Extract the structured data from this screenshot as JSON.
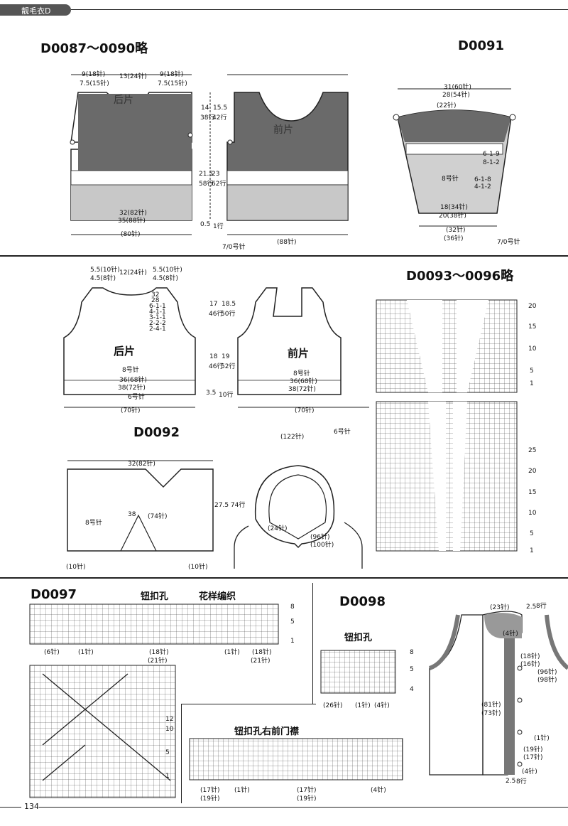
{
  "header": {
    "tab_label": "靓毛衣D"
  },
  "footer": {
    "page_number": "134"
  },
  "sections": {
    "d0087": {
      "title": "D0087～0090略",
      "back_label": "后片",
      "front_label": "前片",
      "top_dims": [
        "9(18针)",
        "13(24针)",
        "9(18针)",
        "7.5(15针)",
        "7.5(15针)"
      ],
      "side_dims": [
        "14",
        "38行",
        "15.5",
        "42行",
        "21.5",
        "58行",
        "23",
        "62行",
        "0.5",
        "1行"
      ],
      "bottom": [
        "32(82针)",
        "35(88针)",
        "(80针)",
        "(88针)"
      ],
      "gauge": "7/0号针"
    },
    "d0091": {
      "title": "D0091",
      "top_dims": [
        "31(60针)",
        "28(54针)",
        "(22针)"
      ],
      "dec_rows": [
        "6-1-9",
        "8-1-2",
        "6-1-8",
        "4-1-2"
      ],
      "needle": "8号针",
      "bottom": [
        "18(34针)",
        "20(38针)",
        "(32针)",
        "(36针)"
      ],
      "gauge": "7/0号针"
    },
    "d0092_top": {
      "back_label": "后片",
      "front_label": "前片",
      "top_dims": [
        "5.5(10针)",
        "12(24针)",
        "5.5(10针)",
        "4.5(8针)",
        "4.5(8针)"
      ],
      "dec_rows": [
        "32",
        "28",
        "6-1-1",
        "4-1-1",
        "3-1-1",
        "2-2-2",
        "2-4-1"
      ],
      "side_dims": [
        "17",
        "46行",
        "18.5",
        "50行",
        "18",
        "46行",
        "19",
        "52行",
        "3.5",
        "10行"
      ],
      "needle": "8号针",
      "bottom": [
        "36(68针)",
        "38(72针)",
        "(70针)"
      ],
      "gauge": "6号针"
    },
    "d0092": {
      "title": "D0092",
      "width": "32(82针)",
      "height": "27.5 74行",
      "center": "38",
      "center_sts": "(74针)",
      "needle": "8号针",
      "bottom": [
        "(10针)",
        "(10针)"
      ],
      "collar_needle": "6号针",
      "collar": [
        "(122针)",
        "(24针)",
        "(96针)",
        "(100针)"
      ]
    },
    "d0093": {
      "title": "D0093～0096略",
      "row_nums": [
        "20",
        "15",
        "10",
        "5",
        "1",
        "25",
        "20",
        "15",
        "10",
        "5",
        "1"
      ]
    },
    "d0097": {
      "title": "D0097",
      "label_buttonhole": "钮扣孔",
      "label_pattern": "花样编织",
      "bottom": [
        "(6针)",
        "(1针)",
        "(18针)",
        "(21针)",
        "(1针)",
        "(18针)",
        "(21针)"
      ],
      "row_nums": [
        "8",
        "5",
        "1"
      ],
      "chart2_rows": [
        "12",
        "10",
        "5",
        "1"
      ]
    },
    "d0098": {
      "title": "D0098",
      "label_buttonhole": "钮扣孔",
      "label_band": "钮扣孔右前门襟",
      "small_bottom": [
        "(26针)",
        "(1针)",
        "(4针)"
      ],
      "band_bottom": [
        "(17针)",
        "(1针)",
        "(17针)",
        "(19针)",
        "(4针)",
        "(19针)"
      ],
      "row_nums": [
        "8",
        "5",
        "4"
      ],
      "vest": [
        "(23针)",
        "2.5",
        "8行",
        "(4针)",
        "(18针)",
        "(16针)",
        "(96针)",
        "(98针)",
        "(81针)",
        "(73针)",
        "(1针)",
        "(19针)",
        "(17针)",
        "(4针)",
        "2.5",
        "8行"
      ]
    }
  }
}
